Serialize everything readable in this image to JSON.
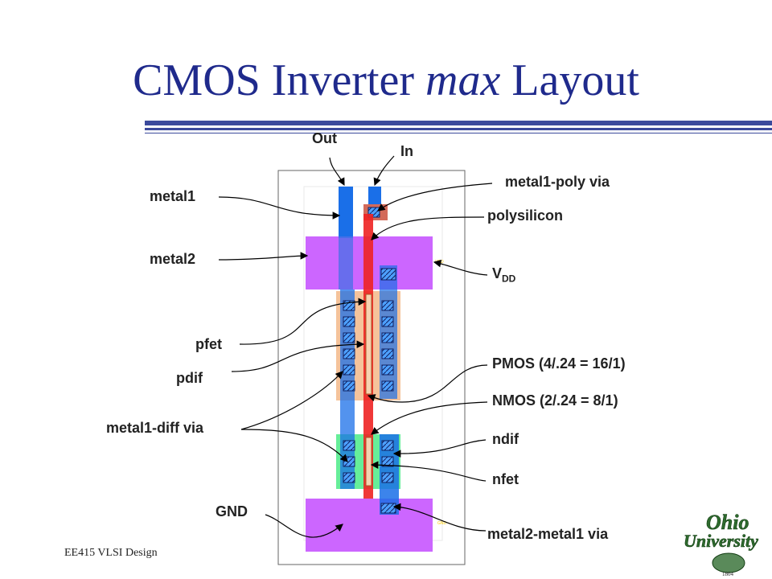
{
  "title": {
    "pre": "CMOS Inverter ",
    "em": "max",
    "post": " Layout"
  },
  "labels": {
    "out": "Out",
    "in": "In",
    "metal1": "metal1",
    "metal2": "metal2",
    "pfet": "pfet",
    "pdif": "pdif",
    "metal1_diff_via": "metal1-diff via",
    "gnd": "GND",
    "metal1_poly_via": "metal1-poly via",
    "polysilicon": "polysilicon",
    "vdd_main": "V",
    "vdd_sub": "DD",
    "pmos": "PMOS (4/.24 = 16/1)",
    "nmos": "NMOS (2/.24 = 8/1)",
    "ndif": "ndif",
    "nfet": "nfet",
    "metal2_metal1_via": "metal2-metal1 via"
  },
  "footer": "EE415 VLSI Design",
  "logo": {
    "line1": "Ohio",
    "line2": "University",
    "year": "1804"
  },
  "colors": {
    "metal1": "#1a6fe8",
    "metal2": "#cc66ff",
    "poly": "#ee2222",
    "pdif": "#f3b98a",
    "ndif": "#66ee99",
    "title": "#1f2a8c"
  }
}
